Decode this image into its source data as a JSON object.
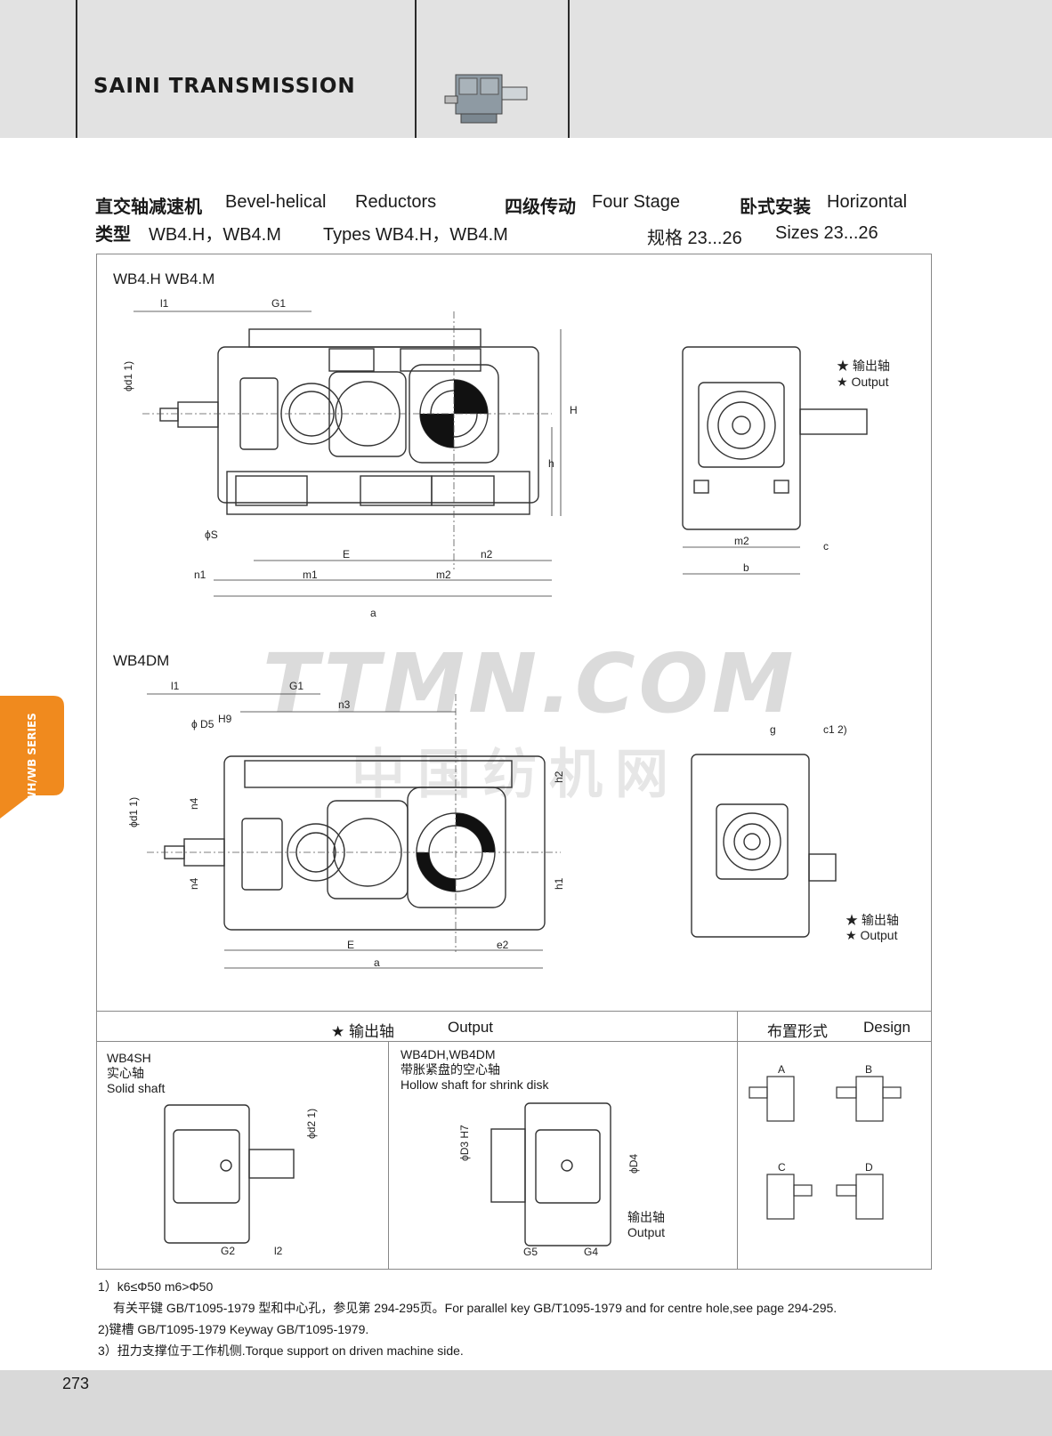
{
  "brand": "SAINI TRANSMISSION",
  "side_tab": "WH/WB SERIES",
  "title_line1": {
    "cn_type": "直交轴减速机",
    "en_type": "Bevel-helical",
    "en_type2": "Reductors",
    "cn_stage": "四级传动",
    "en_stage": "Four Stage",
    "cn_mount": "卧式安装",
    "en_mount": "Horizontal"
  },
  "title_line2": {
    "cn_types_label": "类型",
    "cn_types": "WB4.H，WB4.M",
    "en_types": "Types  WB4.H，WB4.M",
    "cn_sizes": "规格 23...26",
    "en_sizes": "Sizes 23...26"
  },
  "sections": {
    "top_model": "WB4.H  WB4.M",
    "mid_model": "WB4DM"
  },
  "dims_top": {
    "l1": "l1",
    "G1": "G1",
    "d1": "ϕd1 1)",
    "H": "H",
    "h": "h",
    "s": "ϕS",
    "E": "E",
    "n2": "n2",
    "n1": "n1",
    "m1": "m1",
    "m2": "m2",
    "a": "a",
    "m2_side": "m2",
    "b": "b",
    "c": "c",
    "output_cn": "★ 输出轴",
    "output_en": "★ Output"
  },
  "dims_mid": {
    "l1": "l1",
    "G1": "G1",
    "n3": "n3",
    "D5": "ϕ D5",
    "H9": "H9",
    "d1": "ϕd1 1)",
    "n4a": "n4",
    "n4b": "n4",
    "h2": "h2",
    "h1": "h1",
    "E": "E",
    "e2": "e2",
    "a": "a",
    "g": "g",
    "c1": "c1 2)",
    "output_cn": "★ 输出轴",
    "output_en": "★ Output"
  },
  "watermark": {
    "text": "TTMN.COM",
    "text_cn": "中国纺机网"
  },
  "bottom": {
    "header_output_cn": "★ 输出轴",
    "header_output_en": "Output",
    "header_design_cn": "布置形式",
    "header_design_en": "Design",
    "solid": {
      "model": "WB4SH",
      "cn": "实心轴",
      "en": "Solid shaft",
      "d2": "ϕd2 1)",
      "G2": "G2",
      "l2": "l2"
    },
    "hollow": {
      "model": "WB4DH,WB4DM",
      "cn": "带胀紧盘的空心轴",
      "en": "Hollow shaft for shrink disk",
      "D3": "ϕD3 H7",
      "D4": "ϕD4",
      "G5": "G5",
      "G4": "G4",
      "out_cn": "输出轴",
      "out_en": "Output"
    },
    "designs": [
      "A",
      "B",
      "C",
      "D"
    ]
  },
  "notes": [
    "1）k6≤Φ50  m6>Φ50",
    "有关平键 GB/T1095-1979 型和中心孔，参见第 294-295页。For parallel key GB/T1095-1979 and for centre hole,see page 294-295.",
    "2)键槽 GB/T1095-1979  Keyway GB/T1095-1979.",
    "3）扭力支撑位于工作机侧.Torque support on driven machine side."
  ],
  "page_number": "273",
  "colors": {
    "accent_orange": "#f08a1e",
    "header_gray": "#e2e2e2",
    "footer_gray": "#d9d9d9"
  }
}
